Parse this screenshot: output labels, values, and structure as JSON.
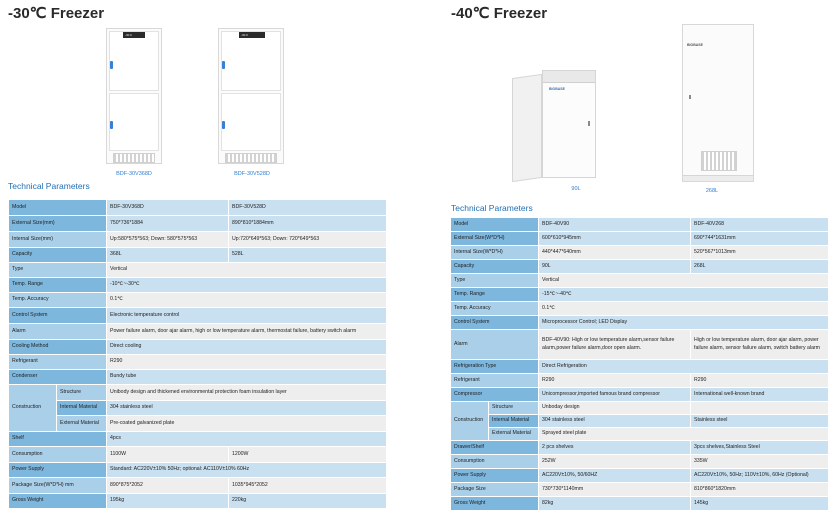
{
  "left": {
    "heading": "-30℃ Freezer",
    "section_title": "Technical Parameters",
    "captions": [
      "BDF-30V368D",
      "BDF-30V528D"
    ],
    "display_texts": [
      "-30.0",
      "-30.0"
    ],
    "rows": [
      {
        "label": "Model",
        "v1": "BDF-30V368D",
        "v2": "BDF-30V528D"
      },
      {
        "label": "External Size(mm)",
        "v1": "750*736*1884",
        "v2": "890*810*1884mm"
      },
      {
        "label": "Internal Size(mm)",
        "v1": "Up:580*575*563; Down: 580*575*563",
        "v2": "Up:720*649*563; Down: 720*649*563"
      },
      {
        "label": "Capacity",
        "v1": "368L",
        "v2": "528L"
      },
      {
        "label": "Type",
        "value": "Vertical"
      },
      {
        "label": "Temp. Range",
        "value": "-10℃~-30℃"
      },
      {
        "label": "Temp. Accuracy",
        "value": "0.1℃"
      },
      {
        "label": "Control System",
        "value": "Electronic temperature control"
      },
      {
        "label": "Alarm",
        "value": "Power failure alarm, door ajar alarm, high or low temperature alarm, thermostat failure, battery switch alarm"
      },
      {
        "label": "Cooling Method",
        "value": "Direct cooling"
      },
      {
        "label": "Refrigerant",
        "value": "R290"
      },
      {
        "label": "Condenser",
        "value": "Bundy tube"
      },
      {
        "construction": true,
        "label": "Construction",
        "sub": [
          {
            "label": "Structure",
            "value": "Unibody design and thickened environmental protection foam insulation layer"
          },
          {
            "label": "Internal Material",
            "value": "304 stainless steel"
          },
          {
            "label": "External Material",
            "value": "Pre-coated galvanized plate"
          }
        ]
      },
      {
        "label": "Shelf",
        "value": "4pcs"
      },
      {
        "label": "Consumption",
        "v1": "1100W",
        "v2": "1200W"
      },
      {
        "label": "Power Supply",
        "value": "Standard: AC220V±10% 50Hz; optional: AC110V±10% 60Hz"
      },
      {
        "label": "Package Size(W*D*H) mm",
        "v1": "890*875*2052",
        "v2": "1035*945*2052"
      },
      {
        "label": "Gross Weight",
        "v1": "195kg",
        "v2": "220kg"
      }
    ]
  },
  "right": {
    "heading": "-40℃ Freezer",
    "section_title": "Technical Parameters",
    "captions": [
      "90L",
      "268L"
    ],
    "brand": "BIOBASE",
    "rows": [
      {
        "label": "Model",
        "v1": "BDF-40V90",
        "v2": "BDF-40V268"
      },
      {
        "label": "External Size(W*D*H)",
        "v1": "600*610*945mm",
        "v2": "690*744*1631mm"
      },
      {
        "label": "Internal Size(W*D*H)",
        "v1": "440*447*640mm",
        "v2": "520*567*1013mm"
      },
      {
        "label": "Capacity",
        "v1": "90L",
        "v2": "268L"
      },
      {
        "label": "Type",
        "value": "Vertical"
      },
      {
        "label": "Temp. Range",
        "value": "-15℃~-40℃"
      },
      {
        "label": "Temp. Accuracy",
        "value": "0.1℃"
      },
      {
        "label": "Control System",
        "value": "Microprocessor Control; LED Display"
      },
      {
        "label": "Alarm",
        "v1": "BDF-40V90: High or low temperature alarm,sensor failure alarm,power failure alarm,door open alarm.",
        "v2": "High or low temperature alarm, door ajar alarm, power failure alarm, sensor failure alarm, switch battery alarm"
      },
      {
        "label": "Refrigeration Type",
        "value": "Direct Refrigeration"
      },
      {
        "label": "Refrigerant",
        "v1": "R290",
        "v2": "R290"
      },
      {
        "label": "Compressor",
        "v1": "Unicompressor,imported famous brand compressor",
        "v2": "International well-known brand"
      },
      {
        "construction": true,
        "label": "Construction",
        "sub": [
          {
            "label": "Structure",
            "v1": "Unboday design",
            "v2": ""
          },
          {
            "label": "Internal Material",
            "v1": "304 stainless steel",
            "v2": "Stainless steel"
          },
          {
            "label": "External Material",
            "value": "Sprayed steel plate"
          }
        ]
      },
      {
        "label": "Drawer/Shelf",
        "v1": "2 pcs shelves",
        "v2": "3pcs shelves,Stainless Steel"
      },
      {
        "label": "Consumption",
        "v1": "252W",
        "v2": "335W"
      },
      {
        "label": "Power Supply",
        "v1": "AC220V±10%, 50/60HZ",
        "v2": "AC220V±10%, 50Hz; 110V±10%, 60Hz (Optional)"
      },
      {
        "label": "Package Size",
        "v1": "730*730*1140mm",
        "v2": "810*860*1820mm"
      },
      {
        "label": "Gross Weight",
        "v1": "82kg",
        "v2": "145kg"
      }
    ]
  }
}
